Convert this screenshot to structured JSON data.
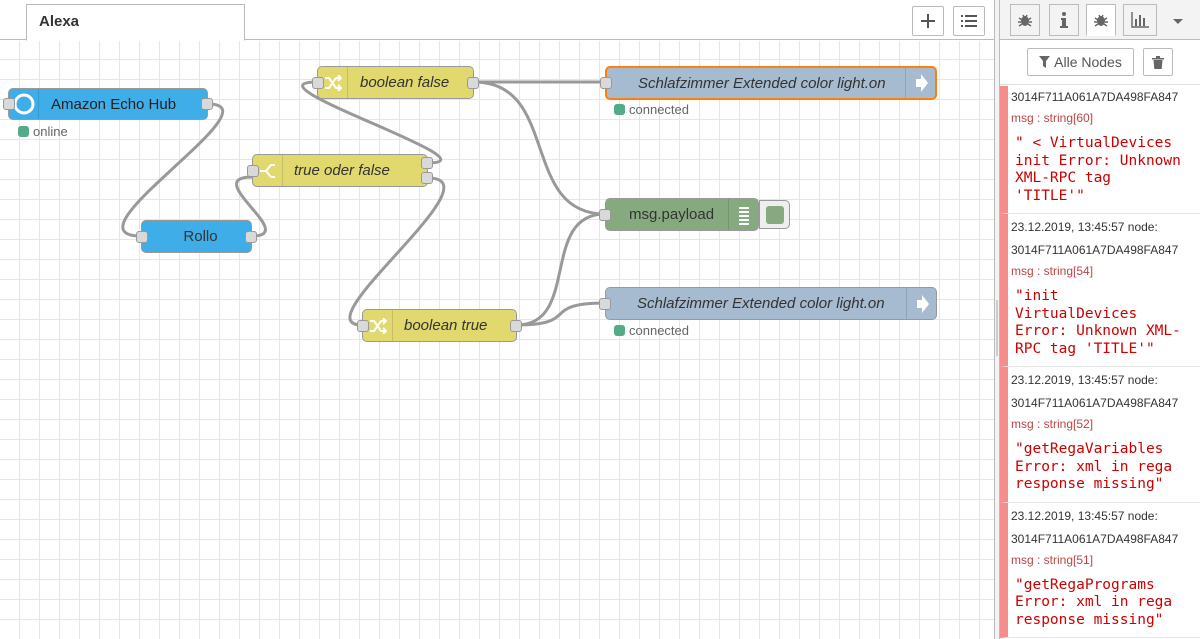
{
  "workspace": {
    "tab_label": "Alexa",
    "add_tab_icon": "plus-icon",
    "tab_list_icon": "list-icon"
  },
  "flow": {
    "nodes": [
      {
        "key": "echo",
        "label": "Amazon Echo Hub",
        "status": "online",
        "icon": "alexa-ring-icon",
        "color": "#3FADE8"
      },
      {
        "key": "rollo",
        "label": "Rollo",
        "color": "#3FADE8"
      },
      {
        "key": "bfalse",
        "label": "boolean false",
        "icon": "shuffle-icon",
        "color": "#E2D96E"
      },
      {
        "key": "toggle",
        "label": "true oder false",
        "icon": "switch-icon",
        "color": "#E2D96E"
      },
      {
        "key": "btrue",
        "label": "boolean true",
        "icon": "shuffle-icon",
        "color": "#E2D96E"
      },
      {
        "key": "light1",
        "label": "Schlafzimmer Extended color light.on",
        "status": "connected",
        "icon": "arrow-right-icon",
        "color": "#A6BBCF"
      },
      {
        "key": "debug",
        "label": "msg.payload",
        "icon": "debug-list-icon",
        "color": "#87A980"
      },
      {
        "key": "light2",
        "label": "Schlafzimmer Extended color light.on",
        "status": "connected",
        "icon": "arrow-right-icon",
        "color": "#A6BBCF"
      }
    ]
  },
  "sidebar": {
    "tabs": [
      {
        "icon": "bug-icon"
      },
      {
        "icon": "info-icon"
      },
      {
        "icon": "bug-icon",
        "active": true
      },
      {
        "icon": "chart-icon"
      }
    ],
    "menu_icon": "caret-down-icon",
    "filter_label": "Alle Nodes",
    "filter_icon": "filter-icon",
    "clear_icon": "trash-icon",
    "messages": [
      {
        "meta": "",
        "node": "3014F711A061A7DA498FA847",
        "type": "msg : string[60]",
        "body": "\" < VirtualDevices\ninit Error: Unknown\nXML-RPC tag\n'TITLE'\""
      },
      {
        "meta": "23.12.2019, 13:45:57   node:",
        "node": "3014F711A061A7DA498FA847",
        "type": "msg : string[54]",
        "body": "\"init\nVirtualDevices\nError: Unknown XML-\nRPC tag 'TITLE'\""
      },
      {
        "meta": "23.12.2019, 13:45:57   node:",
        "node": "3014F711A061A7DA498FA847",
        "type": "msg : string[52]",
        "body": "\"getRegaVariables\nError: xml in rega\nresponse missing\""
      },
      {
        "meta": "23.12.2019, 13:45:57   node:",
        "node": "3014F711A061A7DA498FA847",
        "type": "msg : string[51]",
        "body": "\"getRegaPrograms\nError: xml in rega\nresponse missing\""
      }
    ]
  }
}
